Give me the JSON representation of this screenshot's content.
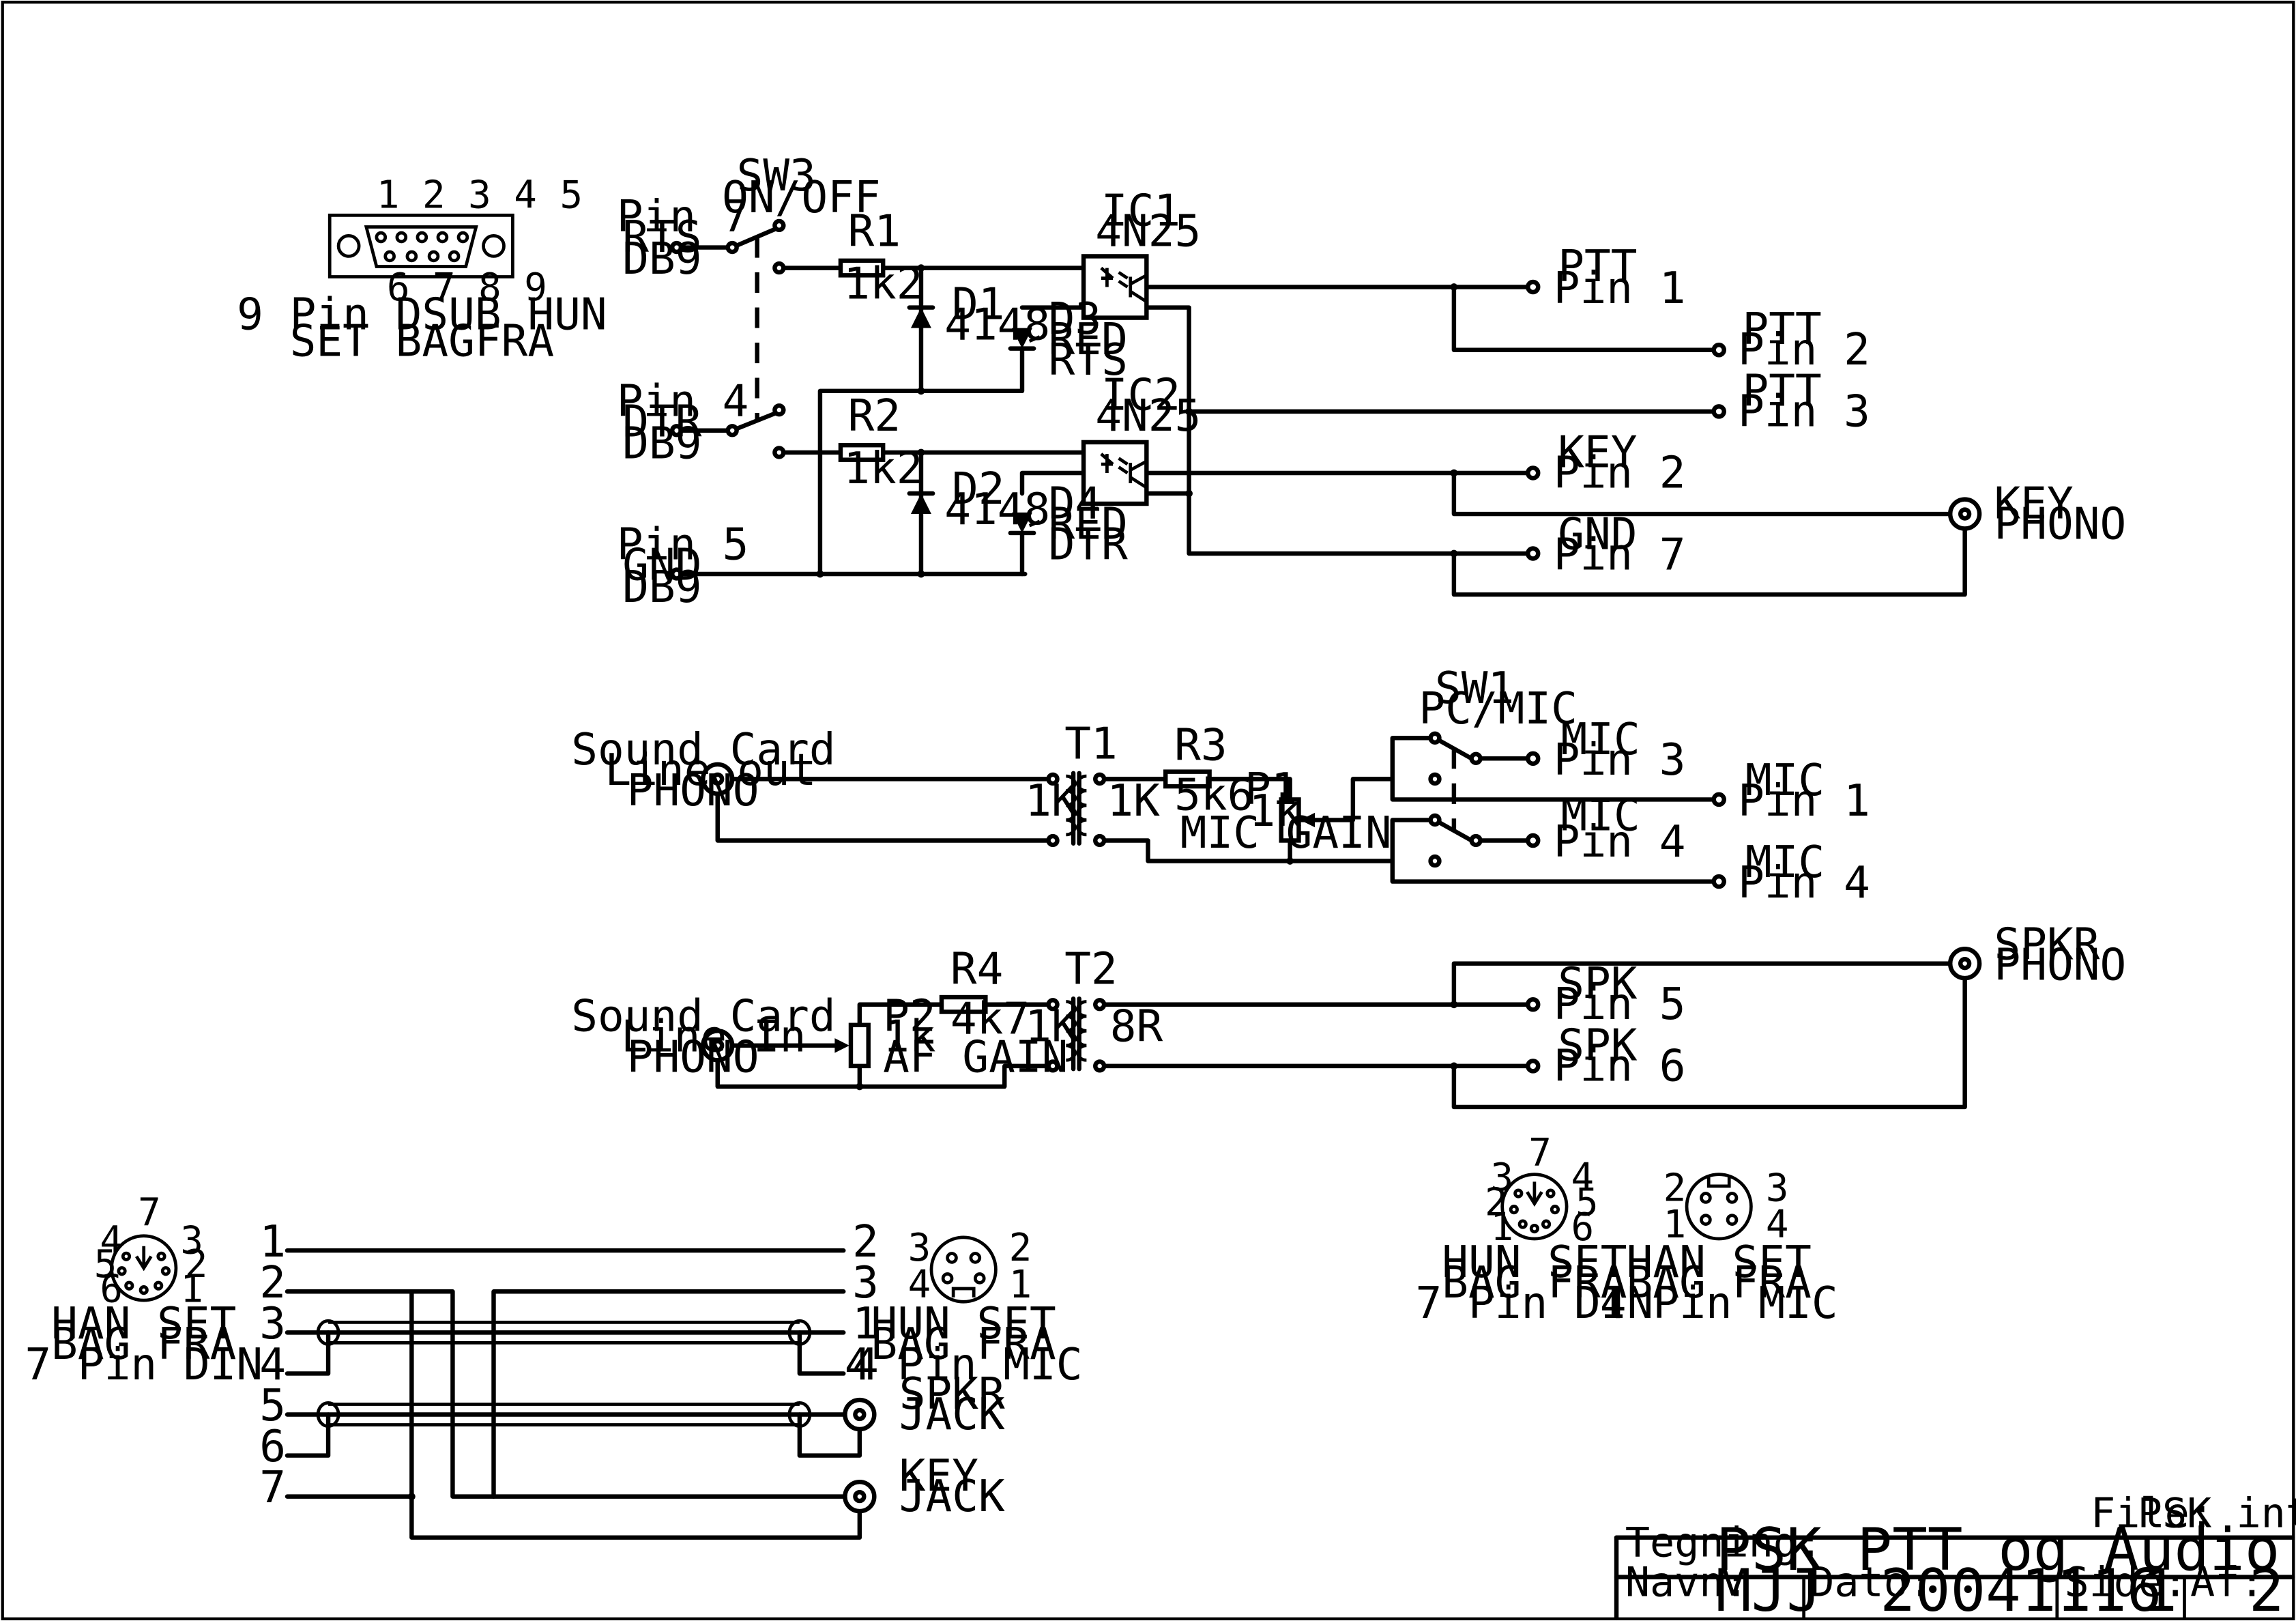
{
  "dsub": {
    "top_pins": "1 2 3 4 5",
    "bottom_pins": "6 7 8 9",
    "caption_1": "9 Pin DSUB HUN",
    "caption_2": "SET BAGFRA"
  },
  "ptt": {
    "sw3": {
      "ref": "SW3",
      "value": "ON/OFF"
    },
    "pin7": {
      "pin": "Pin 7",
      "name": "RTS",
      "conn": "DB9"
    },
    "pin4": {
      "pin": "Pin 4",
      "name": "DTR",
      "conn": "DB9"
    },
    "pin5": {
      "pin": "Pin 5",
      "name": "GND",
      "conn": "DB9"
    },
    "r1": {
      "ref": "R1",
      "value": "1k2"
    },
    "r2": {
      "ref": "R2",
      "value": "1k2"
    },
    "d1": {
      "ref": "D1",
      "value": "4148"
    },
    "d2": {
      "ref": "D2",
      "value": "4148"
    },
    "d3": {
      "ref": "D3",
      "value": "RED",
      "sig": "RTS"
    },
    "d4": {
      "ref": "D4",
      "value": "RED",
      "sig": "DTR"
    },
    "ic1": {
      "ref": "IC1",
      "value": "4N25"
    },
    "ic2": {
      "ref": "IC2",
      "value": "4N25"
    },
    "out_ptt1": {
      "name": "PTT",
      "pin": "Pin 1"
    },
    "out_ptt2": {
      "name": "PTT",
      "pin": "Pin 2"
    },
    "out_ptt3": {
      "name": "PTT",
      "pin": "Pin 3"
    },
    "out_key": {
      "name": "KEY",
      "pin": "Pin 2"
    },
    "out_gnd": {
      "name": "GND",
      "pin": "Pin 7"
    },
    "key_phono": {
      "name": "KEY",
      "type": "PHONO"
    }
  },
  "mic": {
    "src_1": "Sound Card",
    "src_2": "Line out",
    "src_3": "PHONO",
    "t1": {
      "ref": "T1",
      "pri": "1K",
      "sec": "1K"
    },
    "r3": {
      "ref": "R3",
      "value": "5k6"
    },
    "p1": {
      "ref": "P1",
      "value": "1k",
      "label": "MIC GAIN"
    },
    "sw1": {
      "ref": "SW1",
      "value": "PC/MIC"
    },
    "out_mic3": {
      "name": "MIC",
      "pin": "Pin 3"
    },
    "out_mic1": {
      "name": "MIC",
      "pin": "Pin 1"
    },
    "out_mic4a": {
      "name": "MIC",
      "pin": "Pin 4"
    },
    "out_mic4b": {
      "name": "MIC",
      "pin": "Pin 4"
    }
  },
  "spk": {
    "src_1": "Sound Card",
    "src_2": "Line In",
    "src_3": "PHONO",
    "p2": {
      "ref": "P2",
      "value": "1k",
      "label": "AF GAIN"
    },
    "r4": {
      "ref": "R4",
      "value": "4k7"
    },
    "t2": {
      "ref": "T2",
      "pri": "1K",
      "sec": "8R"
    },
    "spkr_phono": {
      "name": "SPKR",
      "type": "PHONO"
    },
    "out_spk5": {
      "name": "SPK",
      "pin": "Pin 5"
    },
    "out_spk6": {
      "name": "SPK",
      "pin": "Pin 6"
    }
  },
  "cable": {
    "left_pins": [
      "1",
      "2",
      "3",
      "4",
      "5",
      "6",
      "7"
    ],
    "right_pins": [
      "2",
      "3",
      "1",
      "4"
    ],
    "din7": {
      "pins": [
        "4",
        "7",
        "3",
        "5",
        "2",
        "6",
        "1"
      ],
      "cap_1": "HAN SET",
      "cap_2": "BAG FRA",
      "cap_3": "7 Pin DIN"
    },
    "mic4": {
      "pins": [
        "3",
        "2",
        "4",
        "1"
      ],
      "cap_1": "HUN SET",
      "cap_2": "BAG FRA",
      "cap_3": "4 Pin MIC"
    },
    "spkr_jack": {
      "name": "SPKR",
      "type": "JACK"
    },
    "key_jack": {
      "name": "KEY",
      "type": "JACK"
    }
  },
  "ref_din7": {
    "pins": [
      "7",
      "3",
      "4",
      "2",
      "5",
      "1",
      "6"
    ],
    "cap_1": "HUN SET",
    "cap_2": "BAG FRA",
    "cap_3": "7 Pin DIN"
  },
  "ref_mic4": {
    "pins": [
      "2",
      "3",
      "1",
      "4"
    ],
    "cap_1": "HAN SET",
    "cap_2": "BAG FRA",
    "cap_3": "4 Pin MIC"
  },
  "title_block": {
    "file_label": "File:",
    "file_value": "PSK interface",
    "tegning_label": "Tegning:",
    "tegning_value": "PSK PTT og Audio Interface",
    "navn_label": "Navn:",
    "navn_value": "MJJ",
    "dato_label": "Dato:",
    "dato_value": "20041116",
    "side_label": "Side:",
    "side_value": "1",
    "af_label": "Af:",
    "af_value": "2"
  }
}
